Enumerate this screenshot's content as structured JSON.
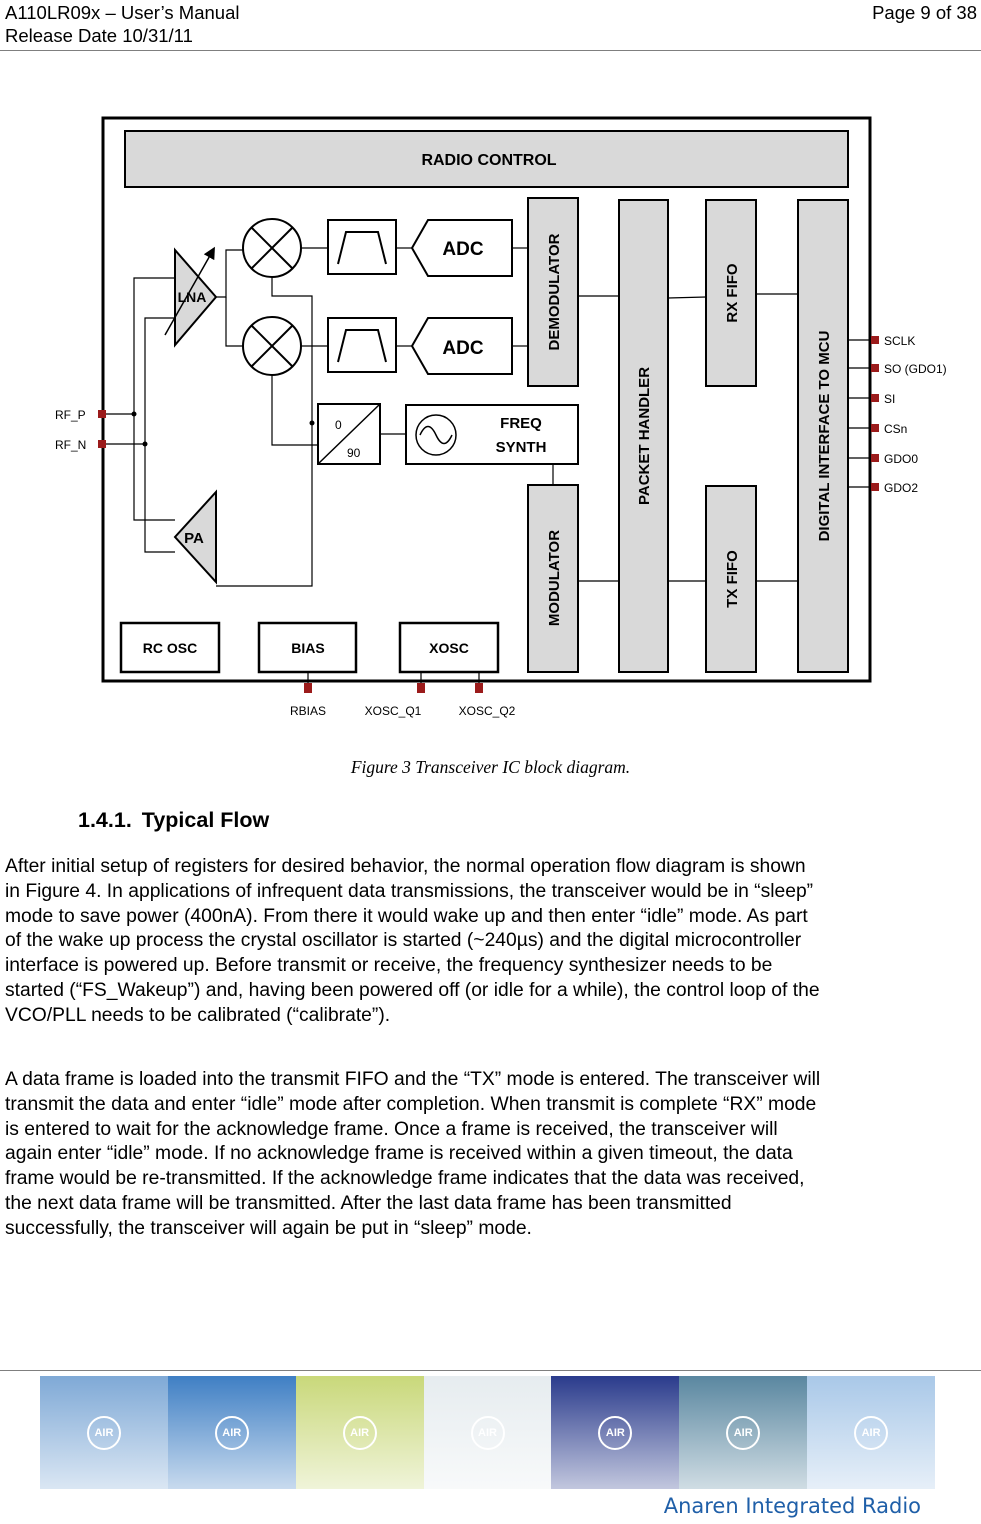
{
  "header": {
    "doc_title": "A110LR09x – User’s Manual",
    "release": "Release Date 10/31/11",
    "page": "Page 9 of 38"
  },
  "diagram": {
    "radio_control": "RADIO CONTROL",
    "lna": "LNA",
    "pa": "PA",
    "adc_top": "ADC",
    "adc_bottom": "ADC",
    "phase_0": "0",
    "phase_90": "90",
    "freq_synth_line1": "FREQ",
    "freq_synth_line2": "SYNTH",
    "demodulator": "DEMODULATOR",
    "modulator": "MODULATOR",
    "packet_handler": "PACKET HANDLER",
    "rx_fifo": "RX FIFO",
    "tx_fifo": "TX FIFO",
    "digital_interface": "DIGITAL INTERFACE TO MCU",
    "rc_osc": "RC OSC",
    "bias": "BIAS",
    "xosc": "XOSC",
    "pins_left": [
      "RF_P",
      "RF_N"
    ],
    "pins_right": [
      "SCLK",
      "SO (GDO1)",
      "SI",
      "CSn",
      "GDO0",
      "GDO2"
    ],
    "pins_bottom": [
      "RBIAS",
      "XOSC_Q1",
      "XOSC_Q2"
    ],
    "pin_color": "#9b1b1b"
  },
  "caption": "Figure 3 Transceiver IC block diagram.",
  "section": {
    "number": "1.4.1.",
    "title": "Typical Flow"
  },
  "para1": [
    "After initial setup of registers for desired behavior, the normal operation flow diagram is shown",
    "in Figure 4. In applications of infrequent data transmissions, the transceiver would be in “sleep”",
    "mode to save power (400nA). From there it would wake up and then enter “idle” mode. As part",
    "of the wake up process the crystal oscillator is started (~240µs) and the digital microcontroller",
    "interface is powered up. Before transmit or receive, the frequency synthesizer needs to be",
    "started (“FS_Wakeup”) and, having been powered off (or idle for a while), the control loop of the",
    "VCO/PLL needs to be calibrated (“calibrate”)."
  ],
  "para2": [
    "A data frame is loaded into the transmit FIFO and the “TX” mode is entered. The transceiver will",
    "transmit the data and enter “idle” mode after completion. When transmit is complete “RX” mode",
    "is entered to wait for the acknowledge frame. Once a frame is received, the transceiver will",
    "again enter “idle” mode. If no acknowledge frame is received within a given timeout, the data",
    "frame would be re-transmitted. If the acknowledge frame indicates that the data was received,",
    "the next data frame will be transmitted. After the last data frame has been transmitted",
    "successfully, the transceiver will again be put in “sleep” mode."
  ],
  "footer": {
    "tile_mark": "AIR",
    "tile_colors": [
      "#7fa9d6",
      "#3f7fc4",
      "#c9d87a",
      "#e6ecef",
      "#2a3b8c",
      "#5a87a0",
      "#a9c8e8"
    ],
    "brand": "Anaren Integrated Radio"
  }
}
